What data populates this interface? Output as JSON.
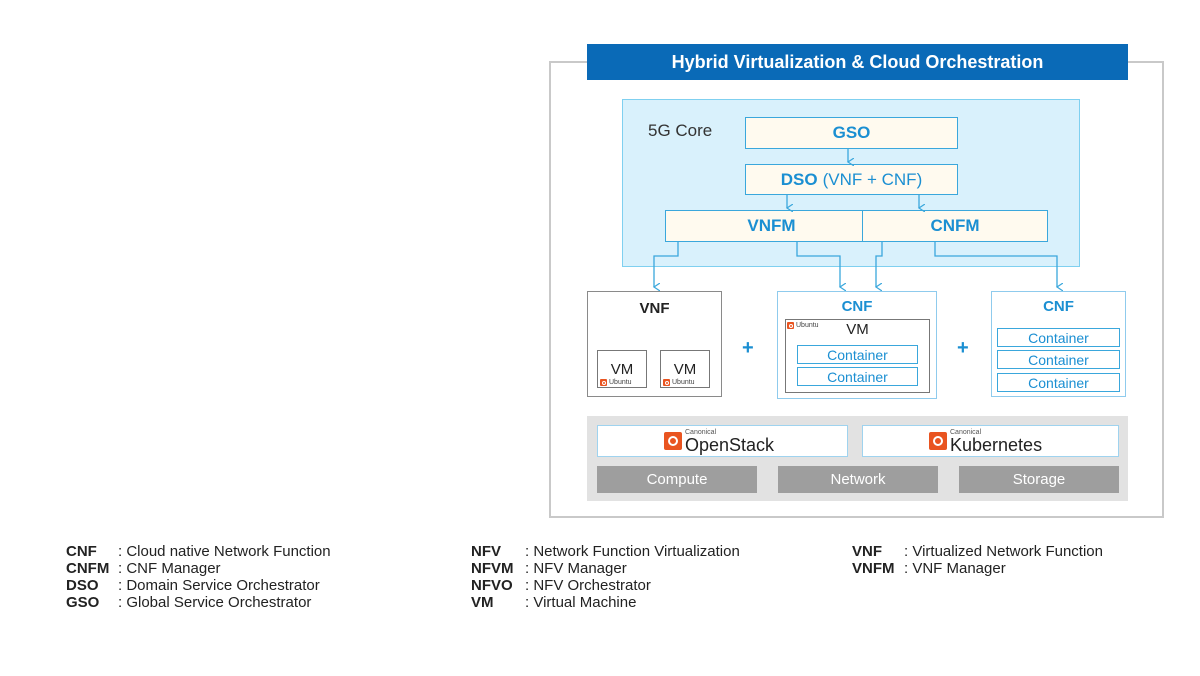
{
  "banner": "Hybrid Virtualization & Cloud Orchestration",
  "core": {
    "label": "5G Core",
    "gso": "GSO",
    "dso": "DSO",
    "dso_suffix": "(VNF + CNF)",
    "vnfm": "VNFM",
    "cnfm": "CNFM"
  },
  "vnf_box": {
    "title": "VNF",
    "vm1": "VM",
    "vm2": "VM"
  },
  "cnf_vm_box": {
    "title": "CNF",
    "vm": "VM",
    "containers": [
      "Container",
      "Container"
    ]
  },
  "cnf_box": {
    "title": "CNF",
    "containers": [
      "Container",
      "Container",
      "Container"
    ]
  },
  "plus": "+",
  "ubuntu_label": "Ubuntu",
  "infra": {
    "canonical": "Canonical",
    "openstack": "OpenStack",
    "kubernetes": "Kubernetes",
    "resources": [
      "Compute",
      "Network",
      "Storage"
    ]
  },
  "glossary": {
    "col1": [
      {
        "abbr": "CNF",
        "def": ": Cloud native Network Function"
      },
      {
        "abbr": "CNFM",
        "def": ": CNF Manager"
      },
      {
        "abbr": "DSO",
        "def": ": Domain Service Orchestrator"
      },
      {
        "abbr": "GSO",
        "def": ": Global Service Orchestrator"
      }
    ],
    "col2": [
      {
        "abbr": "NFV",
        "def": ": Network Function Virtualization"
      },
      {
        "abbr": "NFVM",
        "def": ": NFV Manager"
      },
      {
        "abbr": "NFVO",
        "def": ": NFV Orchestrator"
      },
      {
        "abbr": "VM",
        "def": ": Virtual Machine"
      }
    ],
    "col3": [
      {
        "abbr": "VNF",
        "def": ": Virtualized Network Function"
      },
      {
        "abbr": "VNFM",
        "def": ": VNF Manager"
      }
    ]
  },
  "colors": {
    "banner": "#0a6ab7",
    "core_bg": "#d9f1fc",
    "accent": "#1b8fd2",
    "ubuntu": "#e95420",
    "resource": "#9e9e9e"
  }
}
